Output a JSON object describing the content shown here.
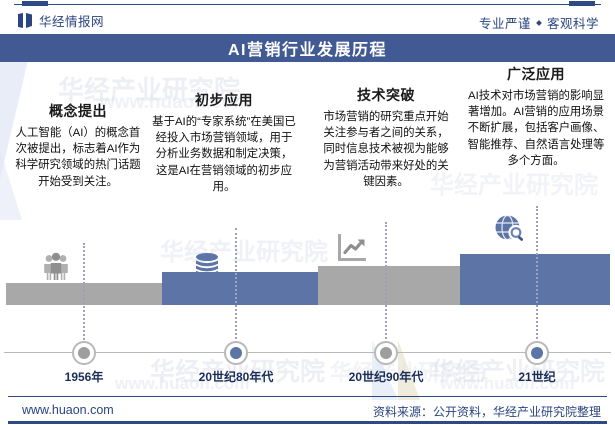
{
  "header": {
    "brand": "华经情报网",
    "brand_icon": "book-mark-icon",
    "tagline": "专业严谨 • 客观科学",
    "tagline_left": "专业严谨",
    "tagline_right": "客观科学",
    "title": "AI营销行业发展历程"
  },
  "colors": {
    "brand_blue": "#2a4580",
    "banner_blue": "#415a93",
    "bar_blue": "#5c74a6",
    "bar_gray": "#a8a8a8",
    "marker_gray": "#9e9e9e",
    "axis_gray": "#b9b9b9",
    "text_dark": "#111111"
  },
  "timeline": {
    "milestones": [
      {
        "heading": "概念提出",
        "body": "人工智能（AI）的概念首次被提出，标志着AI作为科学研究领域的热门话题开始受到关注。",
        "date": "1956年",
        "icon": "people-group-icon",
        "bar_color": "#a8a8a8",
        "marker_color": "#9e9e9e"
      },
      {
        "heading": "初步应用",
        "body": "基于AI的“专家系统”在美国已经投入市场营销领域，用于分析业务数据和制定决策，这是AI在营销领域的初步应用。",
        "date": "20世纪80年代",
        "icon": "database-icon",
        "bar_color": "#5c74a6",
        "marker_color": "#5c74a6"
      },
      {
        "heading": "技术突破",
        "body": "市场营销的研究重点开始关注参与者之间的关系，同时信息技术被视为能够为营销活动带来好处的关键因素。",
        "date": "20世纪90年代",
        "icon": "line-chart-up-icon",
        "bar_color": "#a8a8a8",
        "marker_color": "#9e9e9e"
      },
      {
        "heading": "广泛应用",
        "body": "AI技术对市场营销的影响显著增加。AI营销的应用场景不断扩展，包括客户画像、智能推荐、自然语言处理等多个方面。",
        "date": "21世纪",
        "icon": "globe-search-icon",
        "bar_color": "#5c74a6",
        "marker_color": "#5c74a6"
      }
    ]
  },
  "footer": {
    "website": "www.huaon.com",
    "source": "资料来源：公开资料，华经产业研究院整理"
  },
  "watermarks": {
    "institute": "华经产业研究院",
    "site": "www.huaon.com"
  }
}
